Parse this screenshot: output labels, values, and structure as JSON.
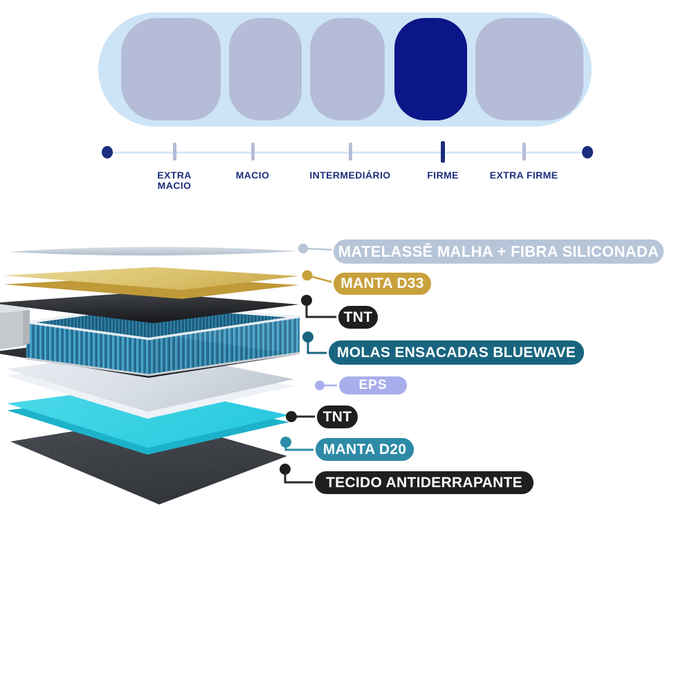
{
  "page": {
    "background": "#ffffff",
    "kind": "mattress-product-infographic"
  },
  "firmness_scale": {
    "selected": "FIRME",
    "levels": [
      {
        "label": "EXTRA MACIO",
        "active": false
      },
      {
        "label": "MACIO",
        "active": false
      },
      {
        "label": "INTERMEDIÁRIO",
        "active": false
      },
      {
        "label": "FIRME",
        "active": true
      },
      {
        "label": "EXTRA FIRME",
        "active": false
      }
    ],
    "colors": {
      "track": "#cde4f6",
      "segment": "#b5bcd7",
      "segment_active": "#0b1688",
      "axis_line": "#d6e8f7",
      "tick": "#b5bcd7",
      "tick_active": "#1b2d7c",
      "end_dot": "#1b2d7c",
      "label_text": "#1d2e7b"
    }
  },
  "layers_diagram": {
    "labels": [
      {
        "name": "MATELASSÊ MALHA + FIBRA SILICONADA",
        "color": "#b7c5d8"
      },
      {
        "name": "MANTA D33",
        "color": "#c8a13c"
      },
      {
        "name": "TNT",
        "color": "#1f1f1f"
      },
      {
        "name": "MOLAS ENSACADAS BLUEWAVE",
        "color": "#19657f"
      },
      {
        "name": "EPS",
        "color": "#a8aeec"
      },
      {
        "name": "TNT",
        "color": "#1f1f1f"
      },
      {
        "name": "MANTA D20",
        "color": "#2d8ba7"
      },
      {
        "name": "TECIDO ANTIDERRAPANTE",
        "color": "#1f1f1f"
      }
    ],
    "layer_art_colors": {
      "quilt_top_sheet": "#c5cfdb",
      "foam_d33": "#d8bf68",
      "tnt_sheet": "#26282c",
      "pocket_springs": "#3a94bc",
      "eps_board": "#e6eaf0",
      "foam_d20": "#38d0e2",
      "anti_slip_fabric": "#2a2e34",
      "foam_edge_block": "#c7cacd"
    }
  }
}
